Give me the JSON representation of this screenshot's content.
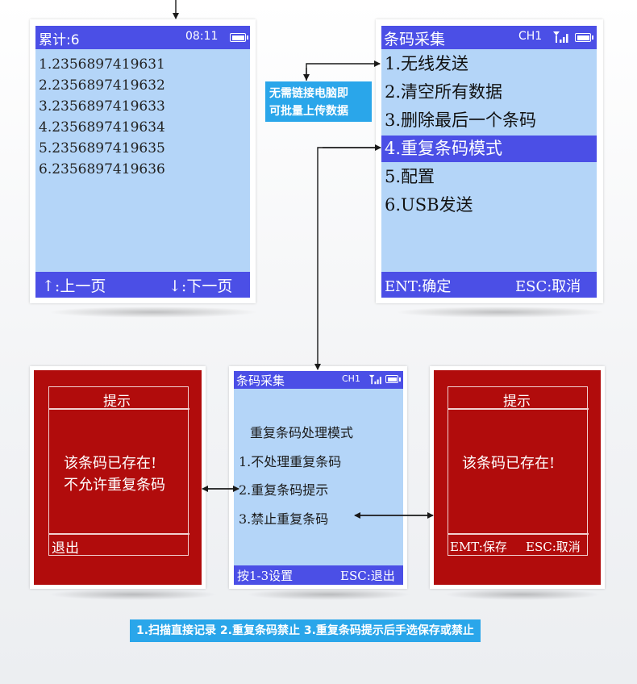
{
  "screen_records": {
    "header_title": "累计:6",
    "time": "08:11",
    "records": [
      "1.2356897419631",
      "2.2356897419632",
      "3.2356897419633",
      "4.2356897419634",
      "5.2356897419635",
      "6.2356897419636"
    ],
    "footer_left": "↑:上一页",
    "footer_right": "↓:下一页"
  },
  "callout_wireless": {
    "line1": "无需链接电脑即",
    "line2": "可批量上传数据"
  },
  "screen_menu": {
    "title": "条码采集",
    "channel": "CH1",
    "items": [
      "1.无线发送",
      "2.清空所有数据",
      "3.删除最后一个条码",
      "4.重复条码模式",
      "5.配置",
      "6.USB发送"
    ],
    "selected_index": 3,
    "footer_left": "ENT:确定",
    "footer_right": "ESC:取消"
  },
  "screen_duplicate_mode": {
    "title": "条码采集",
    "channel": "CH1",
    "heading": "重复条码处理模式",
    "options": [
      "1.不处理重复条码",
      "2.重复条码提示",
      "3.禁止重复条码"
    ],
    "footer_left": "按1-3设置",
    "footer_right": "ESC:退出"
  },
  "dialog_forbid": {
    "title": "提示",
    "line1": "该条码已存在!",
    "line2": "不允许重复条码",
    "footer": "退出"
  },
  "dialog_prompt": {
    "title": "提示",
    "line1": "该条码已存在!",
    "footer_left": "EMT:保存",
    "footer_right": "ESC:取消"
  },
  "caption": "1.扫描直接记录 2.重复条码禁止 3.重复条码提示后手选保存或禁止",
  "colors": {
    "screen_bg": "#b4d5f8",
    "bar_blue": "#4b4fe6",
    "dialog_red": "#b10c0c",
    "callout_blue": "#2aa6ea"
  },
  "icons": [
    "battery-icon",
    "signal-icon"
  ]
}
